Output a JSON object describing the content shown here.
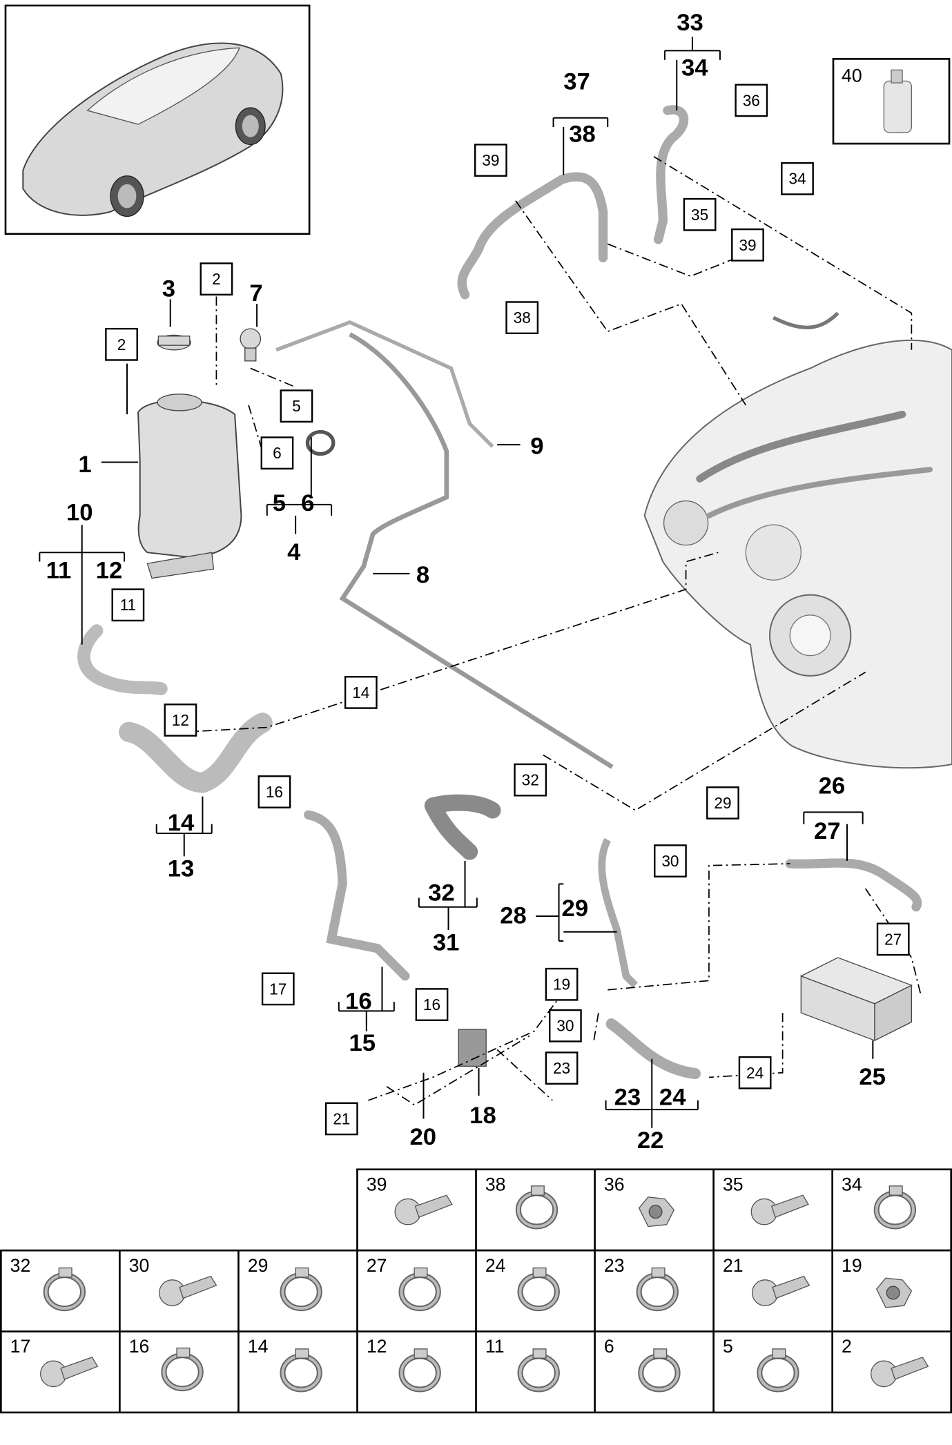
{
  "callouts": {
    "c1": "1",
    "c3": "3",
    "c7": "7",
    "c4": "4",
    "c5": "5",
    "c6": "6",
    "c8": "8",
    "c9": "9",
    "c10": "10",
    "c11": "11",
    "c12": "12",
    "c13": "13",
    "c14": "14",
    "c15": "15",
    "c16": "16",
    "c18": "18",
    "c20": "20",
    "c22": "22",
    "c23": "23",
    "c24": "24",
    "c25": "25",
    "c26": "26",
    "c27": "27",
    "c28": "28",
    "c29": "29",
    "c31": "31",
    "c32": "32",
    "c33": "33",
    "c34": "34",
    "c37": "37",
    "c38": "38"
  },
  "boxed": {
    "b2a": "2",
    "b2b": "2",
    "b5": "5",
    "b6": "6",
    "b11": "11",
    "b12": "12",
    "b14": "14",
    "b16a": "16",
    "b16b": "16",
    "b17": "17",
    "b19": "19",
    "b21": "21",
    "b23": "23",
    "b24": "24",
    "b27": "27",
    "b29": "29",
    "b30a": "30",
    "b30b": "30",
    "b32": "32",
    "b34": "34",
    "b35": "35",
    "b36": "36",
    "b38": "38",
    "b39a": "39",
    "b39b": "39",
    "b40": "40"
  },
  "table": {
    "row1": [
      "39",
      "38",
      "36",
      "35",
      "34"
    ],
    "row2": [
      "32",
      "30",
      "29",
      "27",
      "24",
      "23",
      "21",
      "19"
    ],
    "row3": [
      "17",
      "16",
      "14",
      "12",
      "11",
      "6",
      "5",
      "2"
    ]
  },
  "icons": {
    "screw": "bolt-icon",
    "clamp": "hose-clamp-icon",
    "nut": "hex-nut-icon",
    "oil": "coolant-bottle-icon"
  }
}
